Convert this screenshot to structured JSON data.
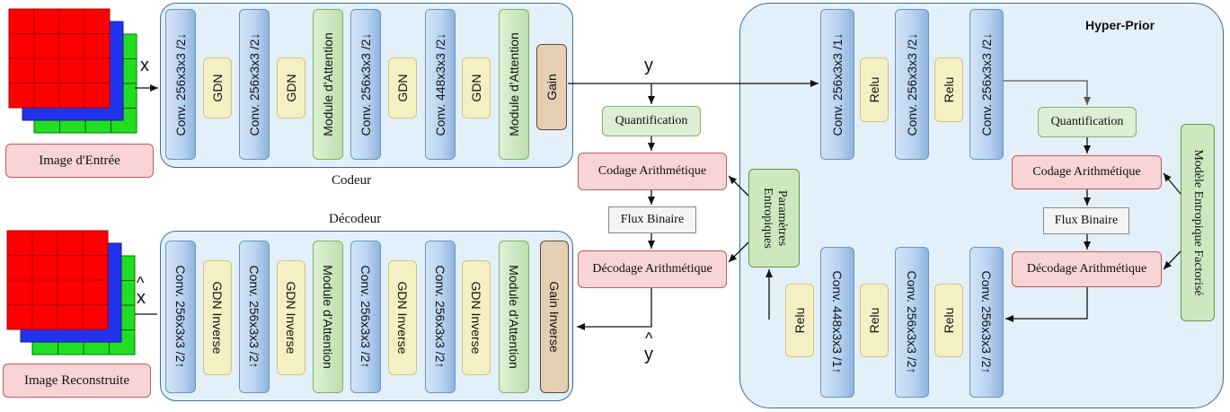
{
  "encoder": {
    "title": "Codeur",
    "layers": [
      "Conv. 256x3x3 /2↓",
      "GDN",
      "Conv. 256x3x3 /2↓",
      "GDN",
      "Module d'Attention",
      "Conv. 256x3x3 /2↓",
      "GDN",
      "Conv. 448x3x3 /2↓",
      "GDN",
      "Module d'Attention",
      "Gain"
    ]
  },
  "decoder": {
    "title": "Décodeur",
    "layers": [
      "Conv. 256x3x3 /2↑",
      "GDN Inverse",
      "Conv. 256x3x3 /2↑",
      "GDN Inverse",
      "Module d'Attention",
      "Conv. 256x3x3 /2↑",
      "GDN Inverse",
      "Conv. 256x3x3 /2↑",
      "GDN Inverse",
      "Module d'Attention",
      "Gain Inverse"
    ]
  },
  "hyperprior": {
    "title": "Hyper-Prior",
    "encoder_layers": [
      "Conv. 256x3x3 /1↓",
      "Relu",
      "Conv. 256x3x3 /2↓",
      "Relu",
      "Conv. 256x3x3 /2↓"
    ],
    "decoder_layers": [
      "Relu",
      "Conv. 448x3x3 /1↑",
      "Relu",
      "Conv. 256x3x3 /2↑",
      "Relu",
      "Conv. 256x3x3 /2↑"
    ],
    "quantification": "Quantification",
    "codage": "Codage Arithmétique",
    "flux": "Flux Binaire",
    "decodage": "Décodage Arithmétique",
    "entropy_model": "Modèle Entropique Factorisé"
  },
  "main_path": {
    "quantification": "Quantification",
    "codage": "Codage Arithmétique",
    "flux": "Flux Binaire",
    "decodage": "Décodage Arithmétique",
    "entropy_params": "Paramètres Entropiques"
  },
  "symbols": {
    "x": "x",
    "x_hat": "x",
    "y": "y",
    "y_hat": "y"
  },
  "images": {
    "input_label": "Image d'Entrée",
    "output_label": "Image Reconstruite"
  },
  "colors": {
    "red": "#ff0000",
    "blue": "#2233ee",
    "green": "#22dd22",
    "panel": "#e3f0f9"
  }
}
